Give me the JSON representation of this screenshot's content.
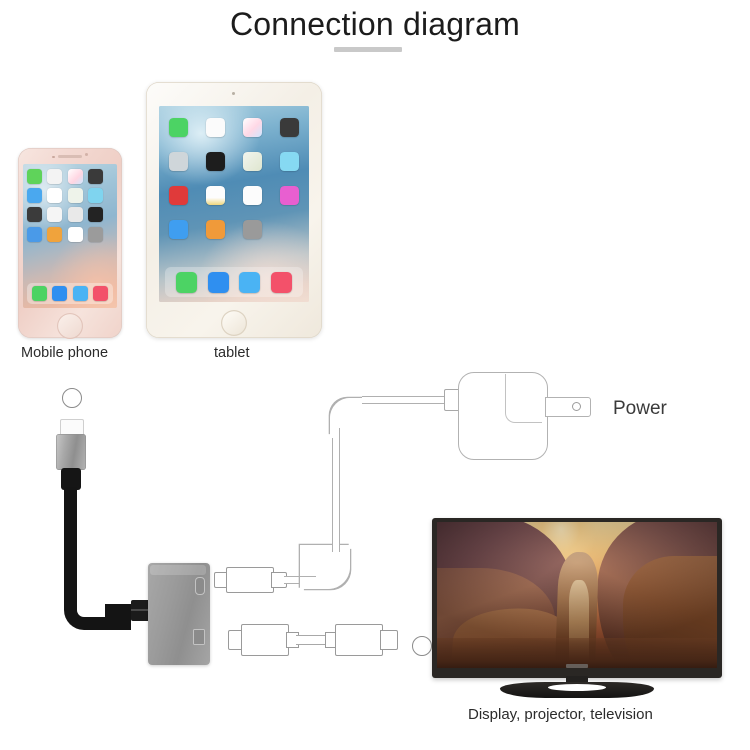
{
  "page": {
    "title": "Connection diagram",
    "background_color": "#ffffff"
  },
  "labels": {
    "phone": "Mobile phone",
    "tablet": "tablet",
    "power": "Power",
    "display": "Display, projector, television"
  },
  "devices": {
    "phone": {
      "name": "Mobile phone",
      "finish_color": "#f3d9d2",
      "home_screen_icons": [
        "#5fd35a",
        "#f3f3f3",
        "#f0f0f0",
        "#3a3a3a",
        "#4aa8ef",
        "#ffffff",
        "#eef3ea",
        "#7fd4ef",
        "#3b3b3b",
        "#f5f5f5",
        "#e9e9e9",
        "#232323",
        "#4a9ae8",
        "#f0a33c",
        "#ffffff",
        "#9b9b9b"
      ],
      "dock_icons": [
        {
          "name": "phone-app",
          "color": "#4cd363"
        },
        {
          "name": "safari-app",
          "color": "#2f8ff0"
        },
        {
          "name": "messages-app",
          "color": "#4ab3f4"
        },
        {
          "name": "music-app",
          "color": "#f3516a"
        }
      ]
    },
    "tablet": {
      "name": "tablet",
      "finish_color": "#f4efe6",
      "home_screen_icons": [
        {
          "name": "facetime-app",
          "color": "#4cd364"
        },
        {
          "name": "health-app",
          "color": "#fbfbfb"
        },
        {
          "name": "photos-app",
          "color": "#fafafa"
        },
        {
          "name": "camera-app",
          "color": "#3a3a3a"
        },
        {
          "name": "contacts-app",
          "color": "#cfd6da"
        },
        {
          "name": "clock-app",
          "color": "#1d1d1d"
        },
        {
          "name": "news-app",
          "color": "#f2f5ee"
        },
        {
          "name": "imovie-app",
          "color": "#86d9f2"
        },
        {
          "name": "music-store-app",
          "color": "#e03a3a"
        },
        {
          "name": "calendar-app",
          "color": "#fdfdfd"
        },
        {
          "name": "notes-app",
          "color": "#fcfcfc"
        },
        {
          "name": "podcasts-app",
          "color": "#e85fd0"
        },
        {
          "name": "appstore-app",
          "color": "#3f9ef0"
        },
        {
          "name": "itunes-app",
          "color": "#f09a3a"
        },
        {
          "name": "settings-app",
          "color": "#9a9a9a"
        }
      ],
      "dock_icons": [
        {
          "name": "facetime-app",
          "color": "#4cd364"
        },
        {
          "name": "safari-app",
          "color": "#2f8ff0"
        },
        {
          "name": "messages-app",
          "color": "#4ab3f4"
        },
        {
          "name": "music-app",
          "color": "#f3516a"
        }
      ]
    },
    "adapter": {
      "name": "lightning-av-adapter",
      "body_color": "#9b9b9b",
      "ports": [
        "lightning-charge-port",
        "hdmi-port"
      ]
    },
    "power_adapter": {
      "name": "usb-power-adapter",
      "body_color": "#ffffff"
    },
    "television": {
      "name": "television",
      "frame_color": "#2a2724",
      "screen_content": "canyon-landscape"
    }
  },
  "cables": {
    "device_cable": {
      "name": "lightning-cable",
      "color": "#141414"
    },
    "power_cable": {
      "name": "usb-power-cable",
      "color": "#ffffff"
    },
    "hdmi_cable": {
      "name": "hdmi-cable",
      "color": "#ffffff"
    }
  },
  "connection_points": [
    {
      "name": "phone-tablet-connection-point"
    },
    {
      "name": "tv-hdmi-connection-point"
    }
  ]
}
